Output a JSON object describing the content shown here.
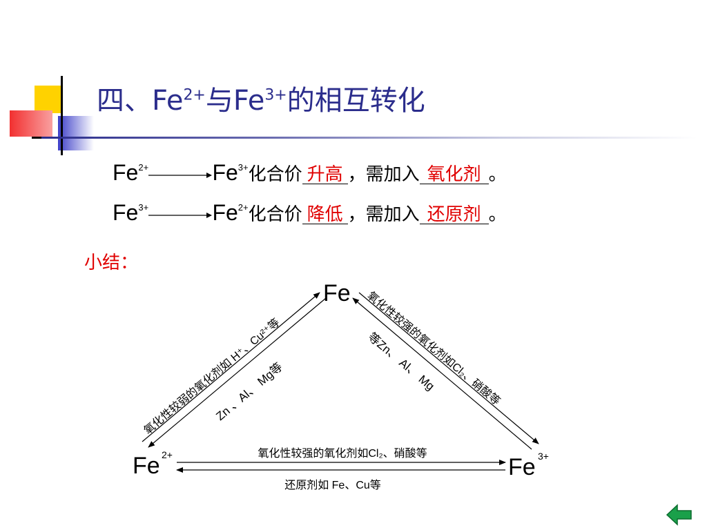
{
  "title": {
    "prefix": "四、Fe",
    "ion2": "2+",
    "mid": "与Fe",
    "ion3": "3+",
    "suffix": "的相互转化"
  },
  "conversions": [
    {
      "from": "Fe",
      "from_charge": "2+",
      "to": "Fe",
      "to_charge": "3+",
      "valence_label": "化合价",
      "change": "升高",
      "comma": "，",
      "need": "需加入",
      "reagent": "氧化剂",
      "end": "。"
    },
    {
      "from": "Fe",
      "from_charge": "3+",
      "to": "Fe",
      "to_charge": "2+",
      "valence_label": "化合价",
      "change": "降低",
      "comma": "，",
      "need": "需加入",
      "reagent": "还原剂",
      "end": "。"
    }
  ],
  "summary_label": "小结：",
  "triangle": {
    "top": "Fe",
    "left": "Fe",
    "left_charge": "2+",
    "right": "Fe",
    "right_charge": "3+",
    "left_edge_outer": "氧化性较弱的氧化剂如 H⁺、Cu²⁺等",
    "left_edge_inner": "Zn 、Al、 Mg等",
    "right_edge_outer": "氧化性较强的氧化剂如Cl₂、硝酸等",
    "right_edge_inner": "等Zn、 Al、 Mg",
    "bottom_top": "氧化性较强的氧化剂如Cl₂、硝酸等",
    "bottom_bottom": "还原剂如 Fe、Cu等"
  },
  "colors": {
    "title": "#2b2d8c",
    "highlight": "#e00000",
    "back_button": "#1aa04a"
  },
  "icons": {
    "back": "back-arrow-icon"
  }
}
